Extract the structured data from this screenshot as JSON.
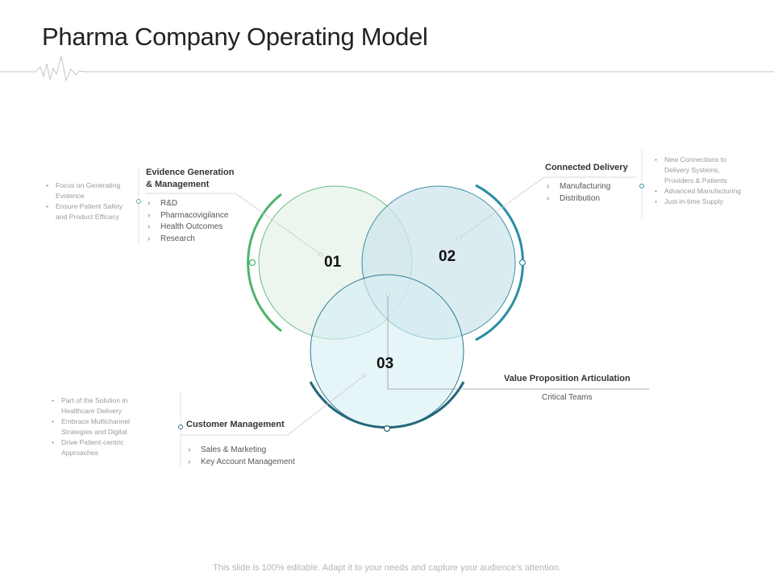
{
  "title": "Pharma Company Operating Model",
  "footer": "This slide is 100% editable. Adapt it to your needs and capture your audience's attention.",
  "colors": {
    "green": "#4fb36c",
    "teal": "#2a8ea3",
    "navy": "#23667a",
    "circle_fill_1": "#e9f4ec",
    "circle_fill_2": "#cfe5ec",
    "circle_fill_3": "#d6eff3"
  },
  "numbers": {
    "n1": "01",
    "n2": "02",
    "n3": "03"
  },
  "evidence": {
    "heading_line1": "Evidence Generation",
    "heading_line2": "& Management",
    "items": [
      "R&D",
      "Pharmacovigilance",
      "Health Outcomes",
      "Research"
    ],
    "bullets": [
      "Focus on Generating Evidence",
      "Ensure Patient Safety and Product Efficacy"
    ]
  },
  "delivery": {
    "heading": "Connected Delivery",
    "items": [
      "Manufacturing",
      "Distribution"
    ],
    "bullets": [
      "New Connections to Delivery Systems, Providers & Patients",
      "Advanced Manufacturing",
      "Just-in-time Supply"
    ]
  },
  "customer": {
    "heading": "Customer Management",
    "items": [
      "Sales & Marketing",
      "Key Account Management"
    ],
    "bullets": [
      "Part of the Solution in Healthcare Delivery",
      "Embrace Multichannel Strategies and Digital",
      "Drive Patient-centric Approaches"
    ]
  },
  "value": {
    "heading": "Value Proposition Articulation",
    "sub": "Critical Teams"
  },
  "markers": {
    "chevron": "›",
    "bullet": "•"
  }
}
